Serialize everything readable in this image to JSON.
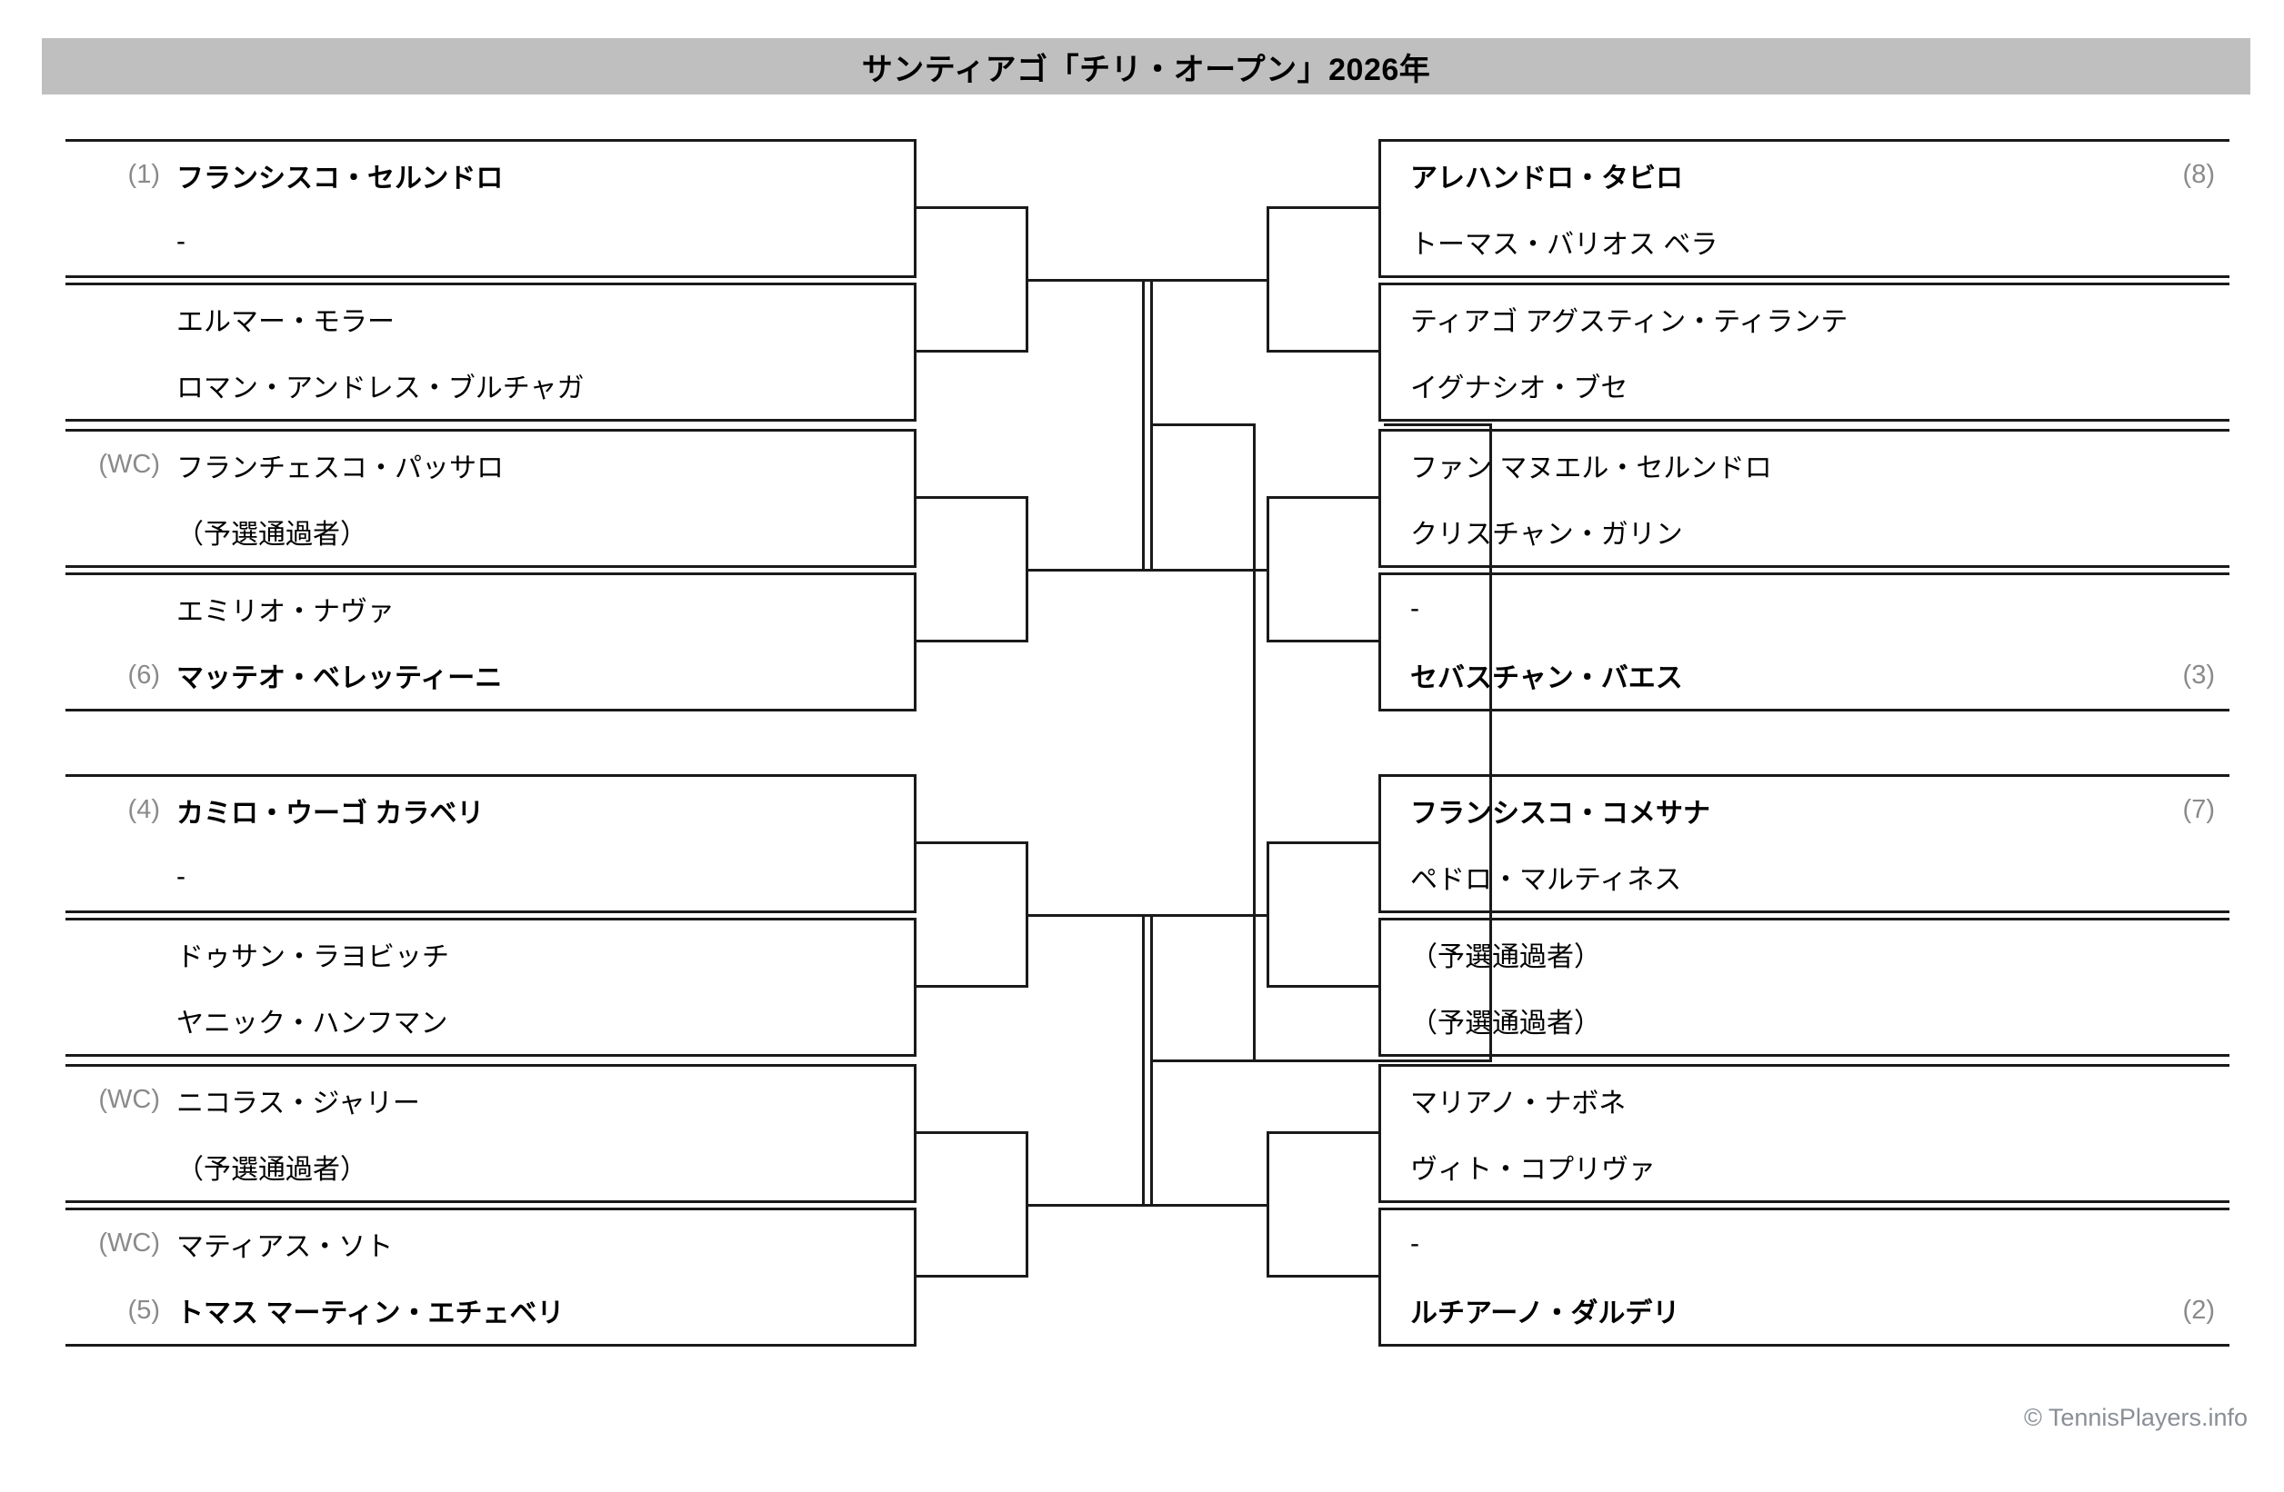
{
  "header": {
    "title": "サンティアゴ「チリ・オープン」2026年",
    "background_color": "#bfbfbf"
  },
  "footer": {
    "copyright": "© TennisPlayers.info",
    "color": "#8a8f96"
  },
  "colors": {
    "line": "#1a1a1a",
    "seed_label": "#8a8a8a",
    "player_text": "#000000",
    "page_background": "#ffffff"
  },
  "bracket": {
    "type": "single-elimination",
    "rounds": 4,
    "left_half": {
      "matches": [
        {
          "id": "L1",
          "slots": [
            {
              "seed": "(1)",
              "name": "フランシスコ・セルンドロ",
              "bold": true
            },
            {
              "seed": "",
              "name": "-",
              "bold": false
            }
          ]
        },
        {
          "id": "L2",
          "slots": [
            {
              "seed": "",
              "name": "エルマー・モラー",
              "bold": false
            },
            {
              "seed": "",
              "name": "ロマン・アンドレス・ブルチャガ",
              "bold": false
            }
          ]
        },
        {
          "id": "L3",
          "slots": [
            {
              "seed": "(WC)",
              "name": "フランチェスコ・パッサロ",
              "bold": false
            },
            {
              "seed": "",
              "name": "（予選通過者）",
              "bold": false
            }
          ]
        },
        {
          "id": "L4",
          "slots": [
            {
              "seed": "",
              "name": "エミリオ・ナヴァ",
              "bold": false
            },
            {
              "seed": "(6)",
              "name": "マッテオ・ベレッティーニ",
              "bold": true
            }
          ]
        },
        {
          "id": "L5",
          "slots": [
            {
              "seed": "(4)",
              "name": "カミロ・ウーゴ カラベリ",
              "bold": true
            },
            {
              "seed": "",
              "name": "-",
              "bold": false
            }
          ]
        },
        {
          "id": "L6",
          "slots": [
            {
              "seed": "",
              "name": "ドゥサン・ラヨビッチ",
              "bold": false
            },
            {
              "seed": "",
              "name": "ヤニック・ハンフマン",
              "bold": false
            }
          ]
        },
        {
          "id": "L7",
          "slots": [
            {
              "seed": "(WC)",
              "name": "ニコラス・ジャリー",
              "bold": false
            },
            {
              "seed": "",
              "name": "（予選通過者）",
              "bold": false
            }
          ]
        },
        {
          "id": "L8",
          "slots": [
            {
              "seed": "(WC)",
              "name": "マティアス・ソト",
              "bold": false
            },
            {
              "seed": "(5)",
              "name": "トマス マーティン・エチェベリ",
              "bold": true
            }
          ]
        }
      ]
    },
    "right_half": {
      "matches": [
        {
          "id": "R1",
          "slots": [
            {
              "seed": "(8)",
              "name": "アレハンドロ・タビロ",
              "bold": true
            },
            {
              "seed": "",
              "name": "トーマス・バリオス ベラ",
              "bold": false
            }
          ]
        },
        {
          "id": "R2",
          "slots": [
            {
              "seed": "",
              "name": "ティアゴ アグスティン・ティランテ",
              "bold": false
            },
            {
              "seed": "",
              "name": "イグナシオ・ブセ",
              "bold": false
            }
          ]
        },
        {
          "id": "R3",
          "slots": [
            {
              "seed": "",
              "name": "ファン マヌエル・セルンドロ",
              "bold": false
            },
            {
              "seed": "",
              "name": "クリスチャン・ガリン",
              "bold": false
            }
          ]
        },
        {
          "id": "R4",
          "slots": [
            {
              "seed": "",
              "name": "-",
              "bold": false
            },
            {
              "seed": "(3)",
              "name": "セバスチャン・バエス",
              "bold": true
            }
          ]
        },
        {
          "id": "R5",
          "slots": [
            {
              "seed": "(7)",
              "name": "フランシスコ・コメサナ",
              "bold": true
            },
            {
              "seed": "",
              "name": "ペドロ・マルティネス",
              "bold": false
            }
          ]
        },
        {
          "id": "R6",
          "slots": [
            {
              "seed": "",
              "name": "（予選通過者）",
              "bold": false
            },
            {
              "seed": "",
              "name": "（予選通過者）",
              "bold": false
            }
          ]
        },
        {
          "id": "R7",
          "slots": [
            {
              "seed": "",
              "name": "マリアノ・ナボネ",
              "bold": false
            },
            {
              "seed": "",
              "name": "ヴィト・コプリヴァ",
              "bold": false
            }
          ]
        },
        {
          "id": "R8",
          "slots": [
            {
              "seed": "",
              "name": "-",
              "bold": false
            },
            {
              "seed": "(2)",
              "name": "ルチアーノ・ダルデリ",
              "bold": true
            }
          ]
        }
      ]
    }
  }
}
